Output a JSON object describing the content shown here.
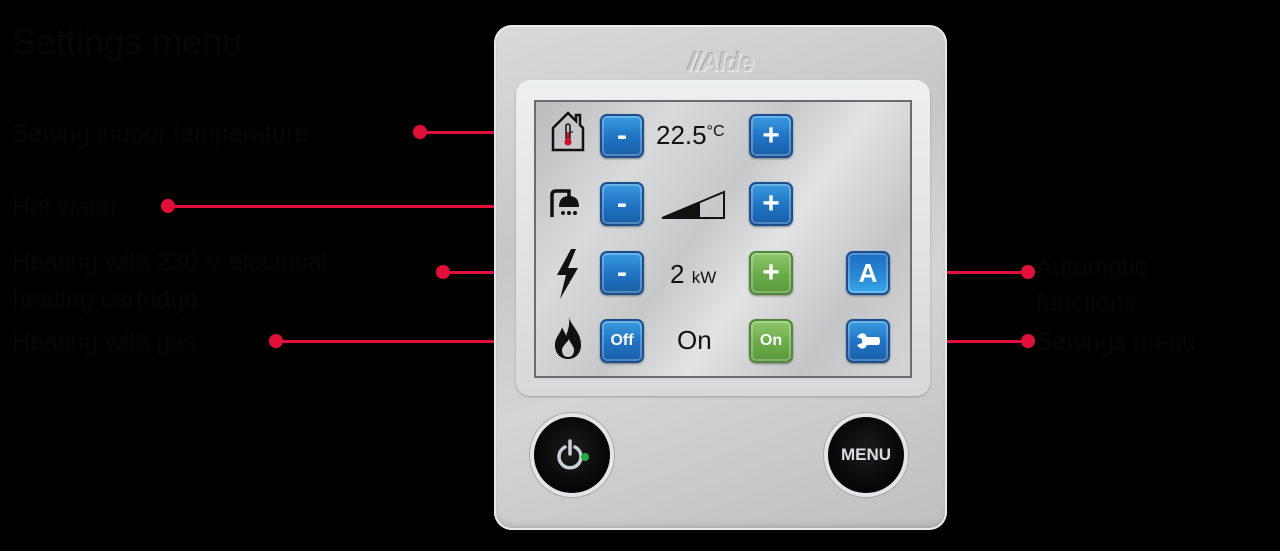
{
  "title": "Settings menu",
  "labels": {
    "indoor_temperature": "Setting indoor temperature",
    "hot_water": "Hot water",
    "electric_line1": "Heating with 230 V electrical",
    "electric_line2": "heating cartridge",
    "gas": "Heating with gas",
    "automatic_line1": "Automatic",
    "automatic_line2": "functions",
    "settings_menu": "Settings menu"
  },
  "device": {
    "brand": "//Alde",
    "rows": [
      {
        "icon": "house-thermometer-icon",
        "minus": "-",
        "value": "22.5",
        "unit": "°C",
        "plus": "+",
        "plus_color": "blue"
      },
      {
        "icon": "shower-icon",
        "minus": "-",
        "value_icon": "level-ramp-icon",
        "plus": "+",
        "plus_color": "blue"
      },
      {
        "icon": "lightning-icon",
        "minus": "-",
        "value": "2",
        "unit": "kW",
        "plus": "+",
        "plus_color": "green"
      },
      {
        "icon": "flame-icon",
        "minus": "Off",
        "value": "On",
        "plus": "On",
        "plus_color": "green"
      }
    ],
    "automatic_button": "A",
    "settings_button_icon": "wrench-icon",
    "power_button_icon": "power-icon",
    "power_led_color": "#1fae3a",
    "menu_button": "MENU"
  },
  "colors": {
    "connector": "#e0103a",
    "button_blue": "#1f72c2",
    "button_green": "#6aab49"
  }
}
